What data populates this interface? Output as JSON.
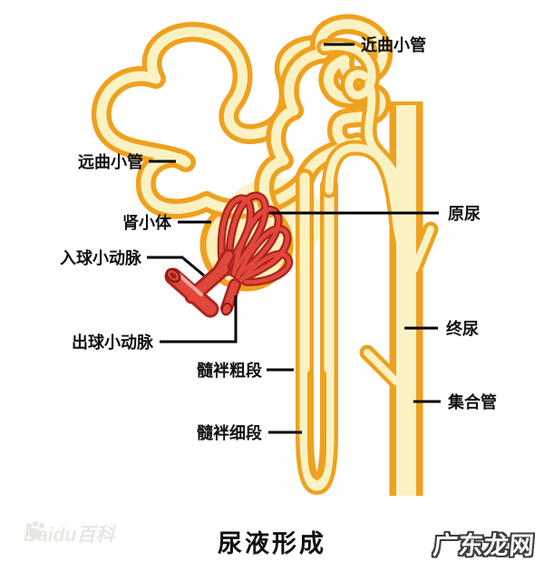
{
  "title": "尿液形成",
  "labels": {
    "proximal_tubule": "近曲小管",
    "distal_tubule": "远曲小管",
    "renal_corpuscle": "肾小体",
    "afferent_arteriole": "入球小动脉",
    "efferent_arteriole": "出球小动脉",
    "loop_thick_segment": "髓袢粗段",
    "loop_thin_segment": "髓袢细段",
    "primary_urine": "原尿",
    "final_urine": "终尿",
    "collecting_duct": "集合管"
  },
  "watermarks": {
    "bottom_left": "Baidu百科",
    "bottom_right": "广东龙网"
  },
  "colors": {
    "tube_orange": "#EFA11E",
    "tube_inner": "#FBF2C4",
    "capsule_fill": "#FAF0BC",
    "vessel_red": "#E0483C",
    "vessel_outline": "#AD231D",
    "leader_line": "#000000",
    "title_text": "#111111"
  }
}
